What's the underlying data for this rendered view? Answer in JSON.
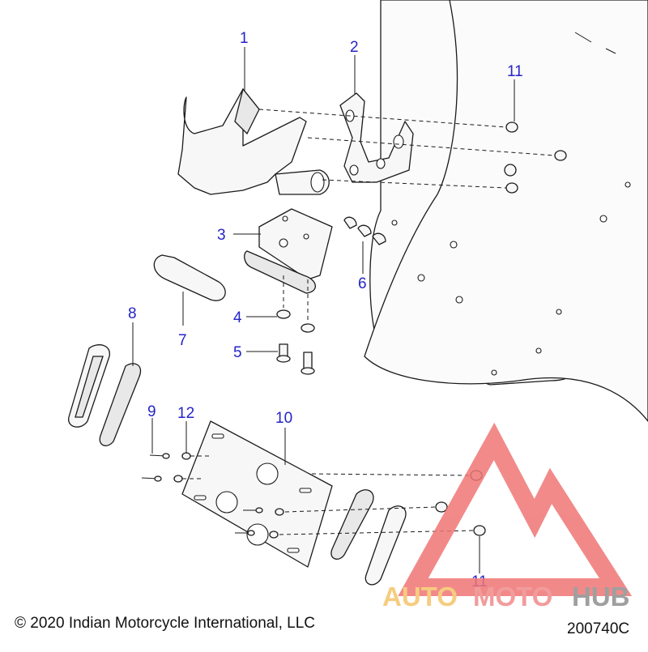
{
  "callouts": {
    "c1": "1",
    "c2": "2",
    "c3": "3",
    "c4": "4",
    "c5": "5",
    "c6": "6",
    "c7": "7",
    "c8": "8",
    "c9": "9",
    "c10": "10",
    "c11_top": "11",
    "c11_bottom": "11",
    "c12": "12"
  },
  "footer": {
    "copyright": "© 2020 Indian Motorcycle International, LLC",
    "diagram_code": "200740C"
  },
  "watermark": {
    "part1": "AUTO",
    "part2": "MOTO",
    "part3": "HUB",
    "colors": {
      "auto": "#f5c46a",
      "moto": "#f08a8a",
      "hub": "#8f8f8f",
      "triangle": "#f07575"
    }
  },
  "colors": {
    "callout": "#2424c8",
    "line": "#1a1a1a"
  }
}
